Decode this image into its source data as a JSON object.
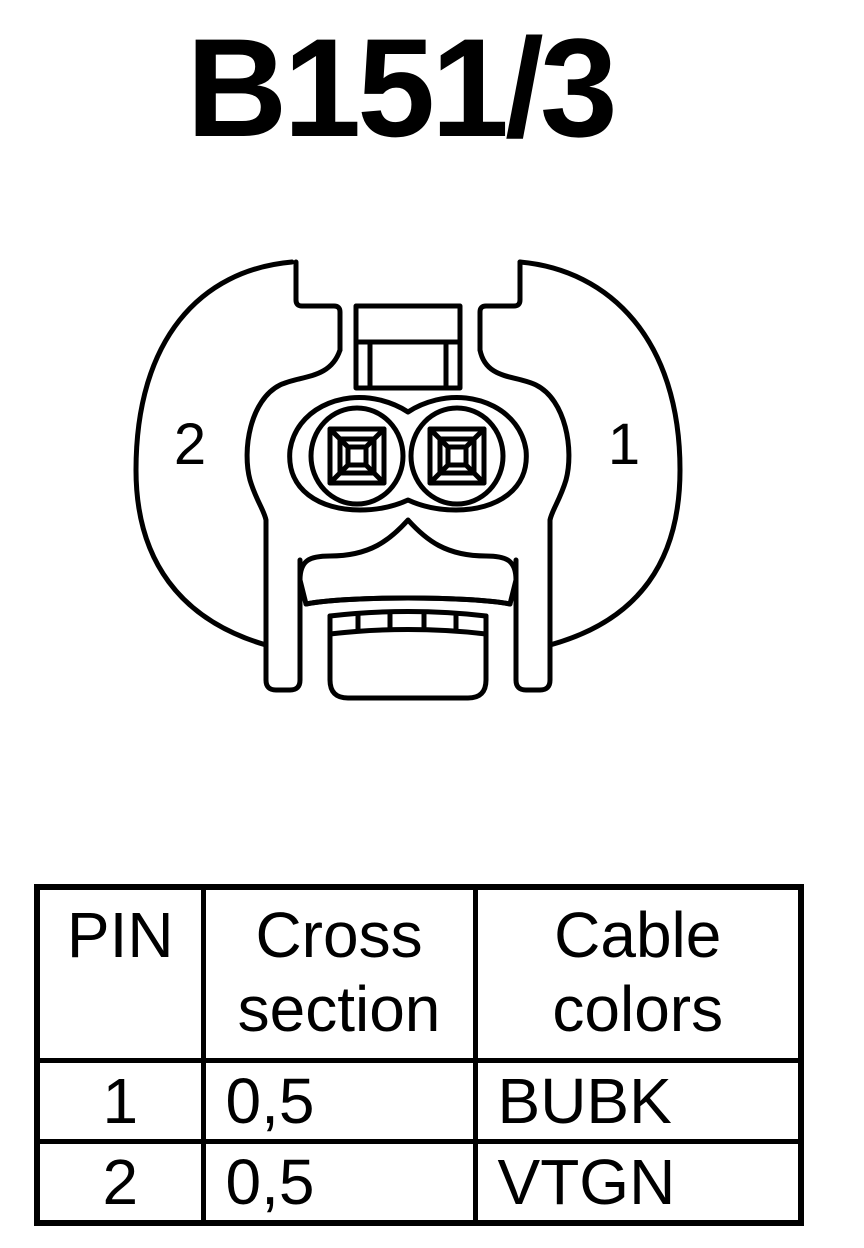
{
  "title": "B151/3",
  "connector": {
    "pin_labels": [
      {
        "pin": "2"
      },
      {
        "pin": "1"
      }
    ]
  },
  "table": {
    "headers": {
      "pin": [
        "PIN"
      ],
      "cross_section": [
        "Cross",
        "section"
      ],
      "cable_colors": [
        "Cable",
        "colors"
      ]
    },
    "rows": [
      {
        "pin": "1",
        "cross_section": "0,5",
        "cable_color": "BUBK"
      },
      {
        "pin": "2",
        "cross_section": "0,5",
        "cable_color": "VTGN"
      }
    ]
  }
}
